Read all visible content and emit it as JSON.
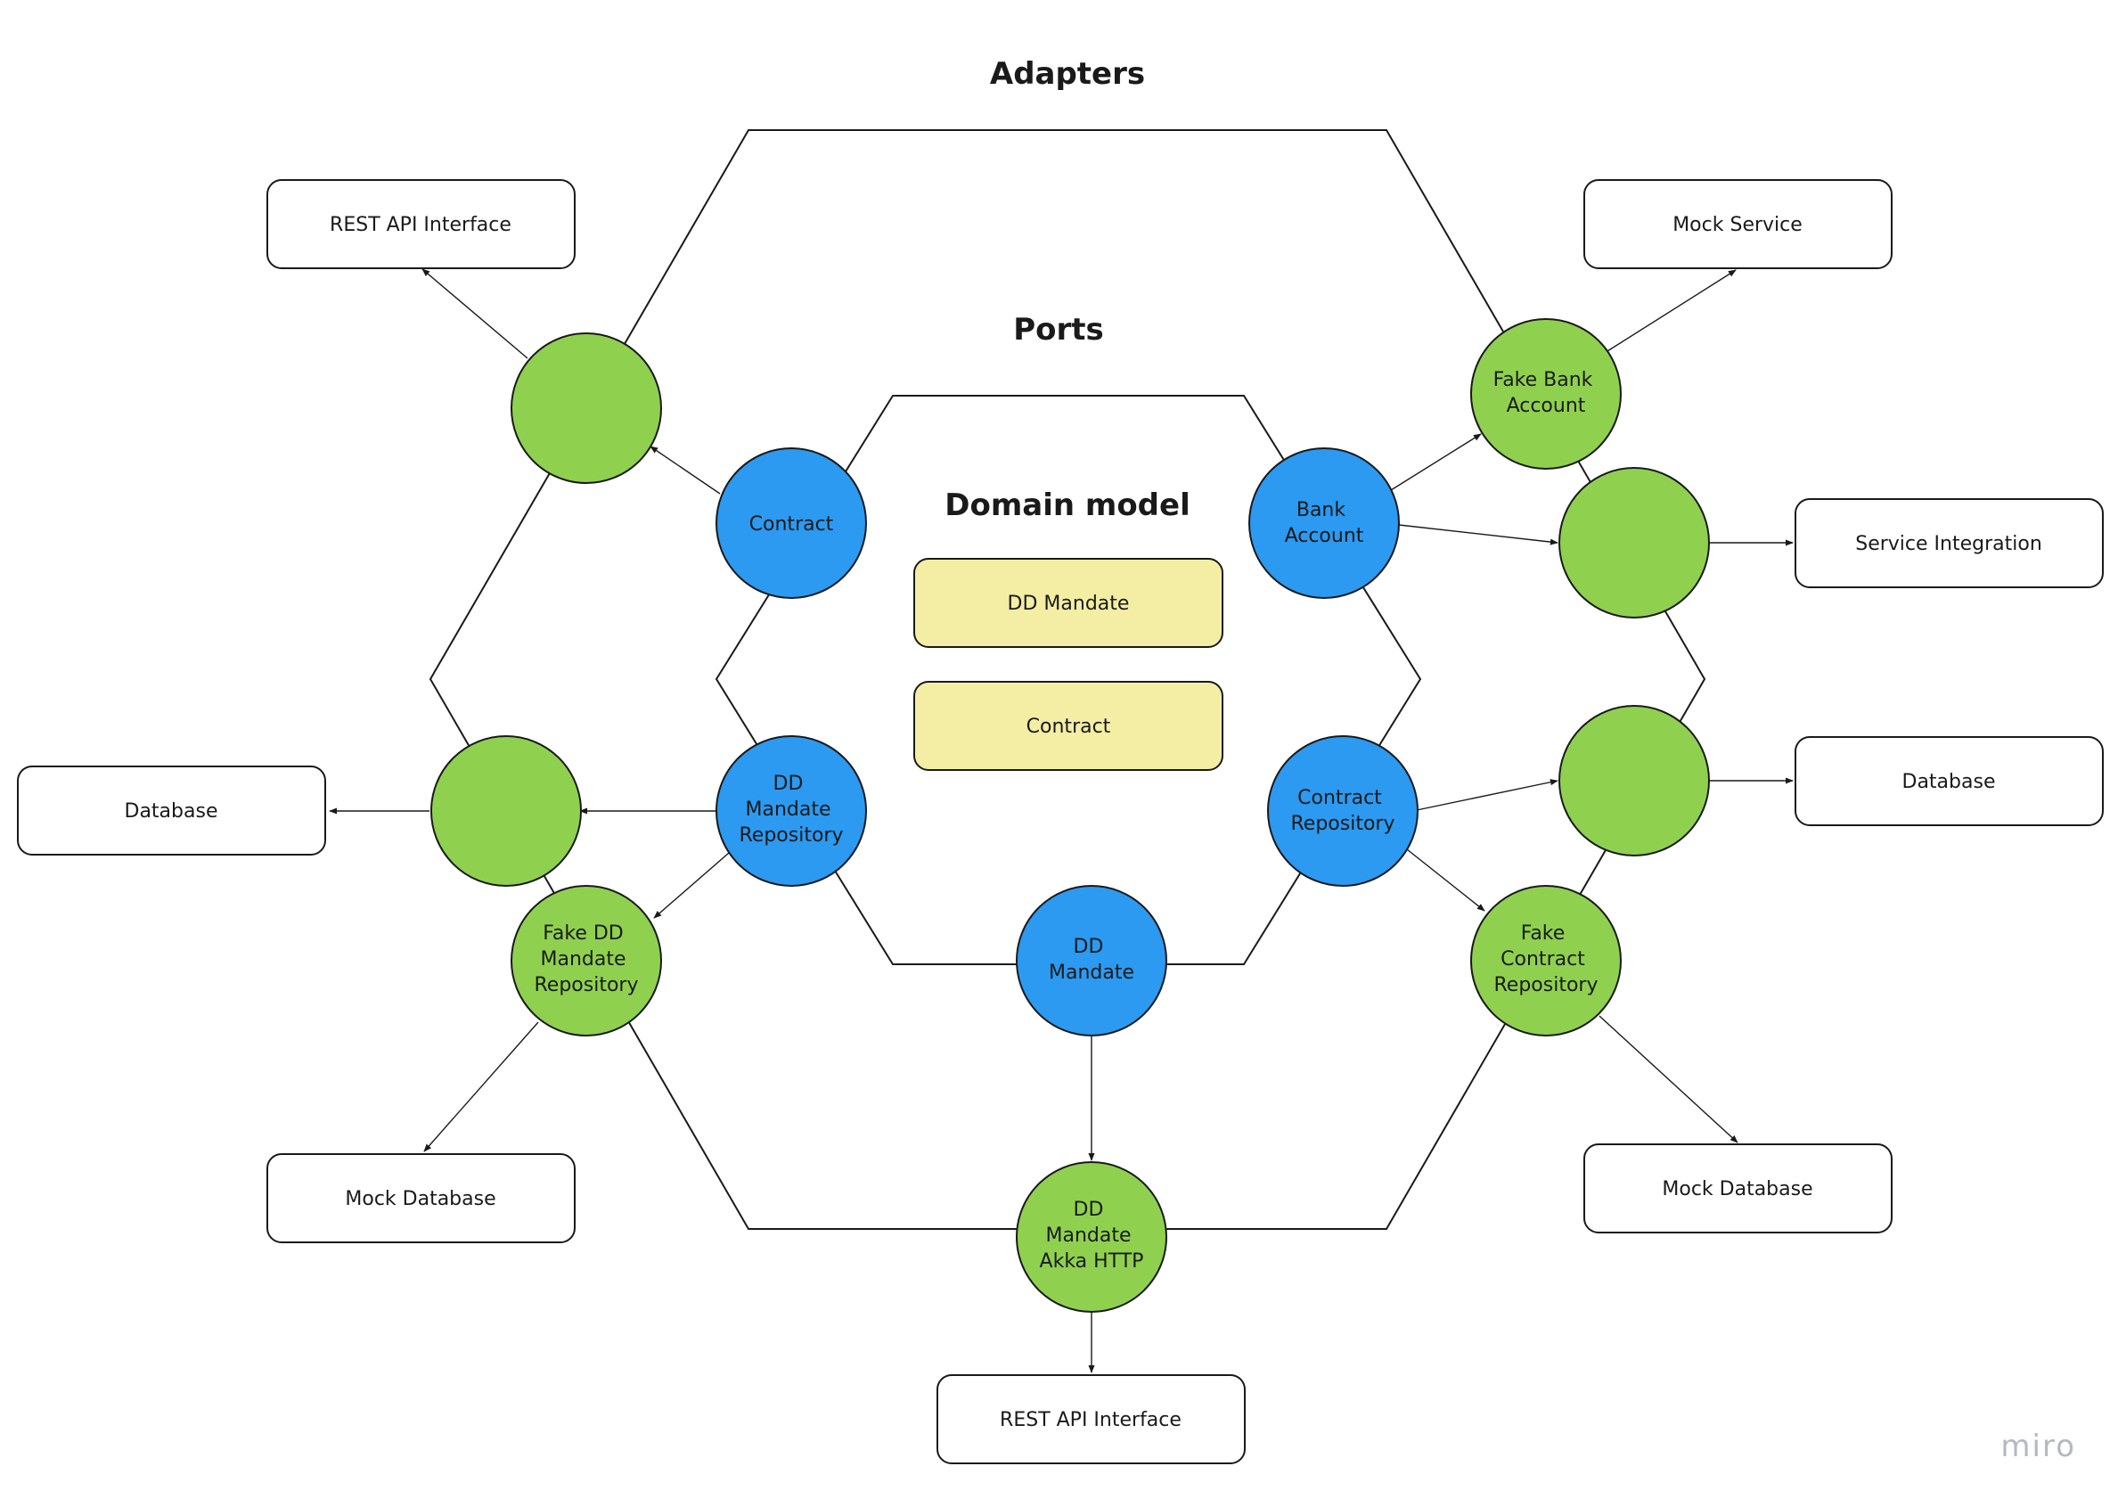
{
  "titles": {
    "adapters": "Adapters",
    "ports": "Ports",
    "domain": "Domain model"
  },
  "domain_boxes": {
    "dd_mandate": "DD Mandate",
    "contract": "Contract"
  },
  "ports": {
    "contract": [
      "Contract"
    ],
    "bank_account": [
      "Bank",
      "Account"
    ],
    "dd_mandate_repository": [
      "DD",
      "Mandate",
      "Repository"
    ],
    "contract_repository": [
      "Contract",
      "Repository"
    ],
    "dd_mandate": [
      "DD",
      "Mandate"
    ]
  },
  "adapters": {
    "fake_bank_account": [
      "Fake Bank",
      "Account"
    ],
    "fake_dd_mandate_repository": [
      "Fake DD",
      "Mandate",
      "Repository"
    ],
    "fake_contract_repository": [
      "Fake",
      "Contract",
      "Repository"
    ],
    "dd_mandate_akka_http": [
      "DD",
      "Mandate",
      "Akka HTTP"
    ]
  },
  "external": {
    "rest_api_left": "REST API Interface",
    "mock_service": "Mock Service",
    "service_integration": "Service Integration",
    "database_right": "Database",
    "database_left": "Database",
    "mock_database_left": "Mock Database",
    "mock_database_right": "Mock Database",
    "rest_api_bottom": "REST API Interface"
  },
  "colors": {
    "port_blue": "#2b9af0",
    "adapter_green": "#8fd14f",
    "domain_yellow": "#f4eea4"
  },
  "watermark": "miro"
}
